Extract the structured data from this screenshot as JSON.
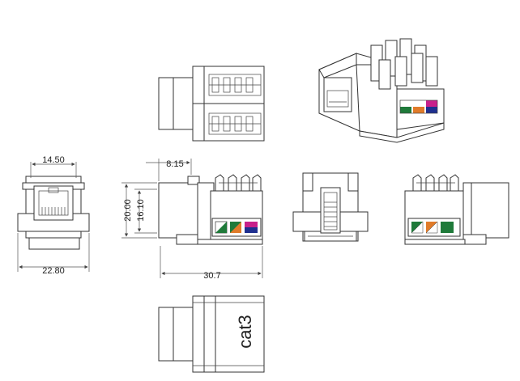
{
  "dimensions": {
    "top_width": "14.50",
    "bottom_width": "22.80",
    "top_offset": "8.15",
    "height_outer": "20.00",
    "height_inner": "16.10",
    "length": "30.7"
  },
  "marking": "cat3",
  "colors": {
    "line": "#333333",
    "green": "#1f7a3a",
    "orange": "#e07b2a",
    "blue": "#1e2f8f",
    "magenta": "#c8208a"
  }
}
